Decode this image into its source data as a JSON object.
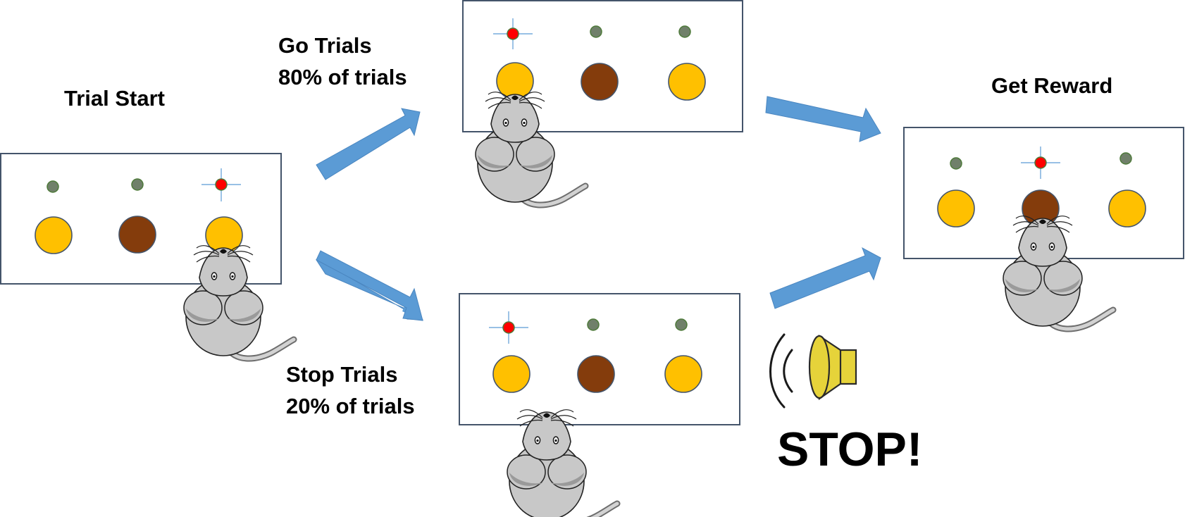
{
  "labels": {
    "trial_start": "Trial Start",
    "go_title": "Go Trials",
    "go_pct": "80% of trials",
    "stop_title": "Stop Trials",
    "stop_pct": "20% of trials",
    "get_reward": "Get Reward",
    "stop_signal": "STOP!"
  },
  "colors": {
    "panel_border": "#44546a",
    "arrow": "#5b9bd5",
    "arrow_stroke": "#4a86c0",
    "port_yellow": "#ffc000",
    "port_brown": "#843c0c",
    "light_off": "#70806a",
    "light_on": "#ff0000",
    "light_rays": "#5b9bd5",
    "mouse_body": "#c8c8c8",
    "mouse_shade": "#a6a6a6",
    "speaker": "#e6d33a"
  },
  "panels": [
    {
      "name": "trial-start",
      "ports": [
        "yellow",
        "brown",
        "yellow"
      ],
      "lit_light": 2
    },
    {
      "name": "go-trial",
      "ports": [
        "yellow",
        "brown",
        "yellow"
      ],
      "lit_light": 0
    },
    {
      "name": "stop-trial",
      "ports": [
        "yellow",
        "brown",
        "yellow"
      ],
      "lit_light": 0
    },
    {
      "name": "reward",
      "ports": [
        "yellow",
        "brown",
        "yellow"
      ],
      "lit_light": 1
    }
  ],
  "icons": [
    "mouse-icon",
    "speaker-icon",
    "sound-wave-icon",
    "arrow-icon"
  ]
}
